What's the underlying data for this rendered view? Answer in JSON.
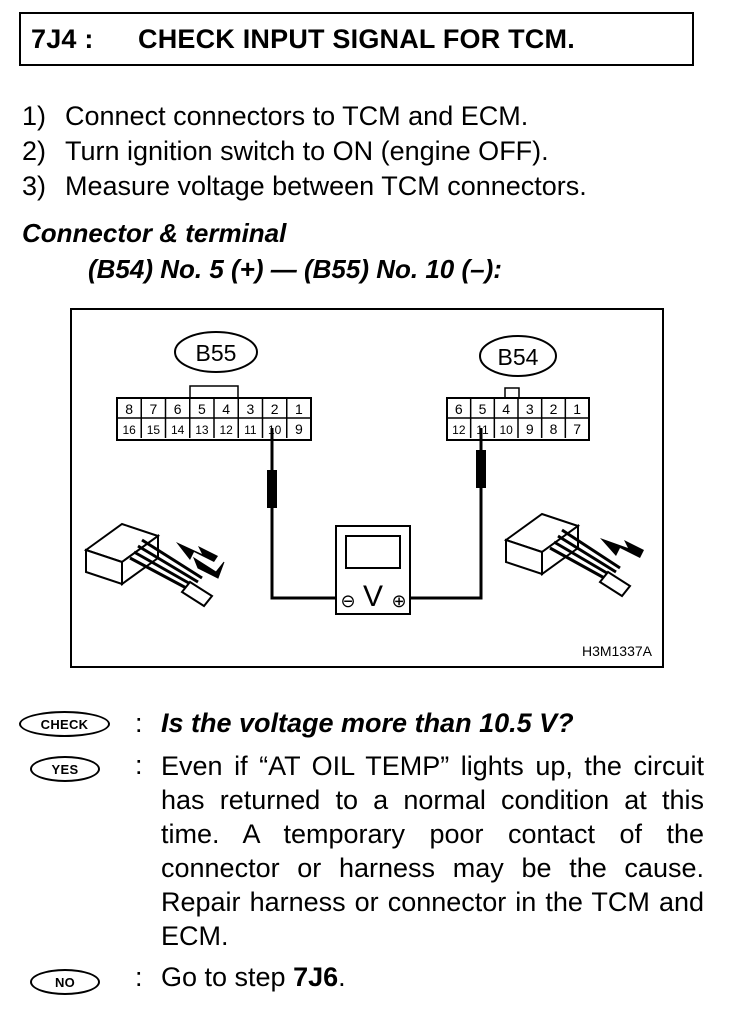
{
  "header": {
    "step_code": "7J4 :",
    "title": "CHECK INPUT SIGNAL FOR TCM."
  },
  "steps": [
    {
      "num": "1)",
      "text": "Connect connectors to TCM and ECM."
    },
    {
      "num": "2)",
      "text": "Turn ignition switch to ON (engine OFF)."
    },
    {
      "num": "3)",
      "text": "Measure voltage between TCM connectors."
    }
  ],
  "connector": {
    "heading": "Connector & terminal",
    "detail": "(B54) No. 5 (+) — (B55) No. 10 (–):"
  },
  "figure": {
    "b55_label": "B55",
    "b54_label": "B54",
    "b55_top_row": [
      "8",
      "7",
      "6",
      "5",
      "4",
      "3",
      "2",
      "1"
    ],
    "b55_bottom_row": [
      "16",
      "15",
      "14",
      "13",
      "12",
      "11",
      "10",
      "9"
    ],
    "b54_top_row": [
      "6",
      "5",
      "4",
      "3",
      "2",
      "1"
    ],
    "b54_bottom_row": [
      "12",
      "11",
      "10",
      "9",
      "8",
      "7"
    ],
    "meter_symbol": "V",
    "minus_symbol": "⊖",
    "plus_symbol": "⊕",
    "figure_id": "H3M1337A"
  },
  "check": {
    "badge": "CHECK",
    "colon": ":",
    "question": "Is the voltage more than 10.5 V?"
  },
  "yes": {
    "badge": "YES",
    "colon": ":",
    "text": "Even if “AT OIL TEMP” lights up, the circuit has returned to a normal condition at this time. A temporary poor contact of the connector or harness may be the cause. Repair harness or connector in the TCM and ECM."
  },
  "no": {
    "badge": "NO",
    "colon": ":",
    "text_prefix": "Go to step ",
    "step_ref": "7J6",
    "text_suffix": "."
  }
}
